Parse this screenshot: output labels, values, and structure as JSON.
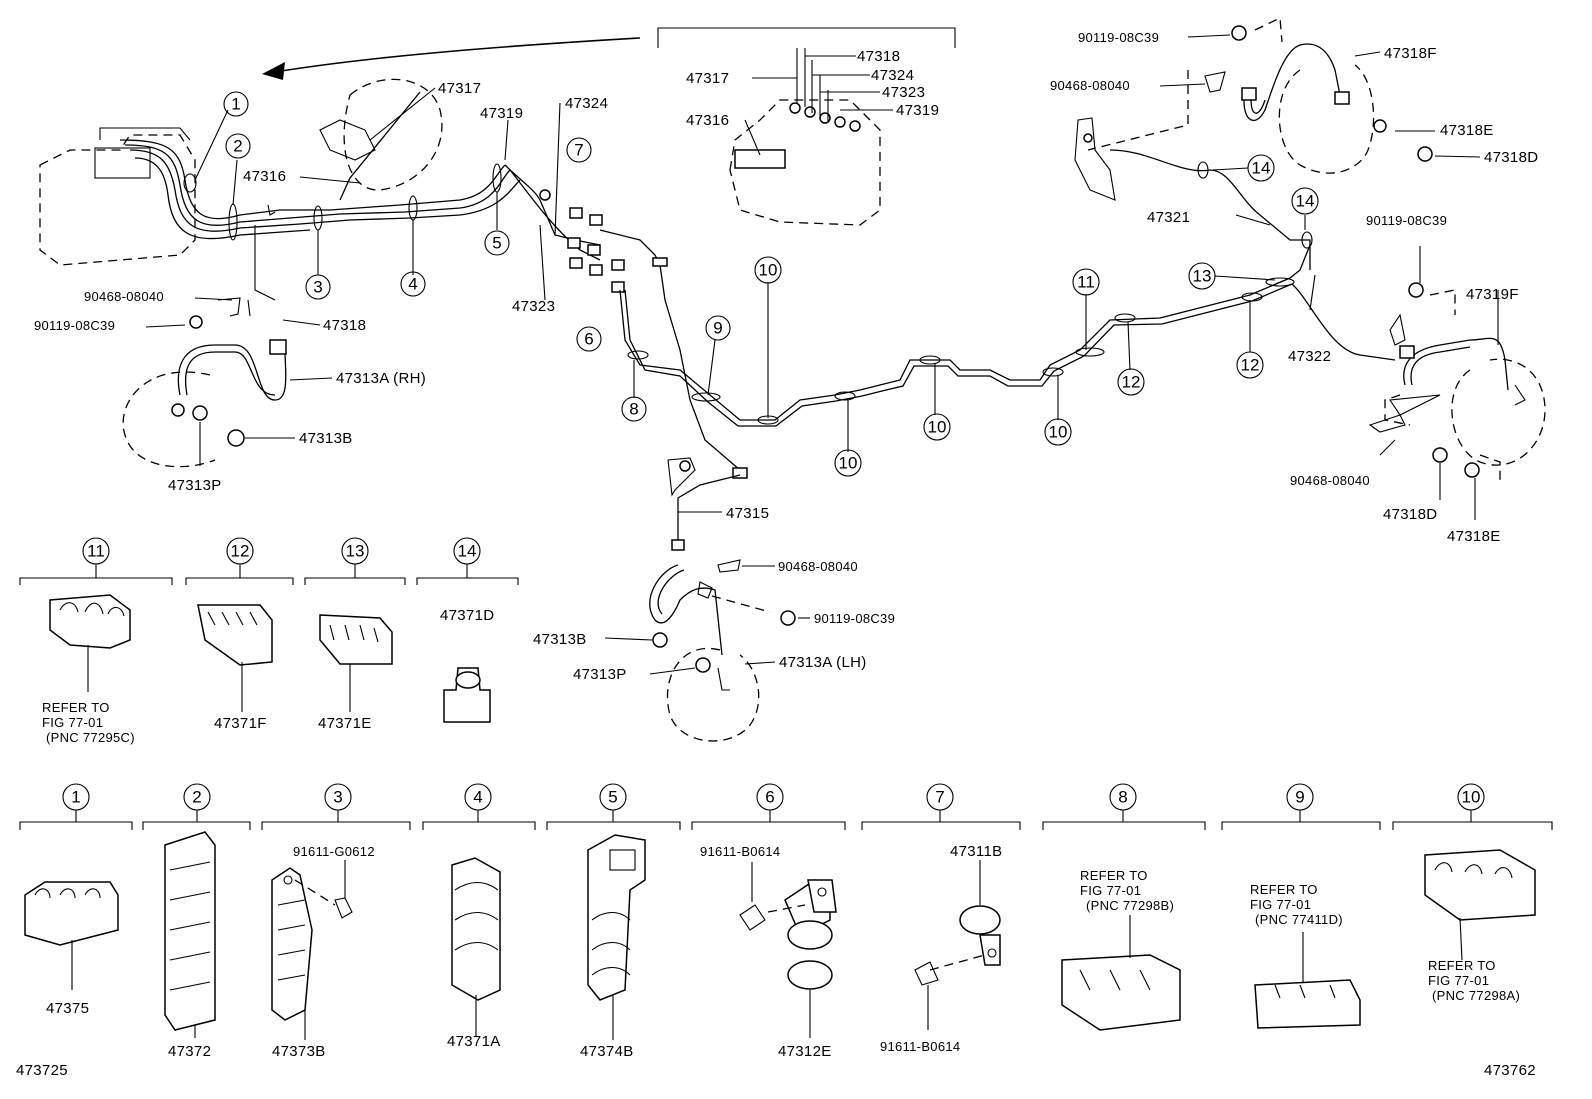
{
  "labels": {
    "p47318": "47318",
    "p47317a": "47317",
    "p47324a": "47324",
    "p47323a": "47323",
    "p47316a": "47316",
    "p47319a": "47319",
    "p47317b": "47317",
    "p47319b": "47319",
    "p47324b": "47324",
    "p47316b": "47316",
    "b90468a": "90468-08040",
    "b90119a": "90119-08C39",
    "p47318b": "47318",
    "p47323b": "47323",
    "p47313A_rh": "47313A (RH)",
    "p47313B_a": "47313B",
    "p47313P_a": "47313P",
    "p47318F": "47318F",
    "p47318E_a": "47318E",
    "p47318D_a": "47318D",
    "b90119b": "90119-08C39",
    "b90468b": "90468-08040",
    "p47321": "47321",
    "b90119c": "90119-08C39",
    "p47319F": "47319F",
    "p47322": "47322",
    "b90468c": "90468-08040",
    "p47318D_b": "47318D",
    "p47318E_b": "47318E",
    "p47315": "47315",
    "b90468d": "90468-08040",
    "b90119d": "90119-08C39",
    "p47313B_b": "47313B",
    "p47313P_b": "47313P",
    "p47313A_lh": "47313A (LH)",
    "p47371D": "47371D",
    "p47371F": "47371F",
    "p47371E": "47371E",
    "ref11_1": "REFER TO",
    "ref11_2": "FIG 77-01",
    "ref11_3": "(PNC 77295C)",
    "p47375": "47375",
    "p47372": "47372",
    "b91611a": "91611-G0612",
    "p47373B": "47373B",
    "p47371A": "47371A",
    "p47374B": "47374B",
    "b91611b": "91611-B0614",
    "p47312E": "47312E",
    "p47311B": "47311B",
    "b91611c": "91611-B0614",
    "ref8_1": "REFER TO",
    "ref8_2": "FIG 77-01",
    "ref8_3": "(PNC 77298B)",
    "ref9_1": "REFER TO",
    "ref9_2": "FIG 77-01",
    "ref9_3": "(PNC 77411D)",
    "ref10_1": "REFER TO",
    "ref10_2": "FIG 77-01",
    "ref10_3": "(PNC 77298A)",
    "code_left": "473725",
    "code_right": "473762"
  },
  "callouts": {
    "c1": "1",
    "c2": "2",
    "c3": "3",
    "c4": "4",
    "c5": "5",
    "c6": "6",
    "c7": "7",
    "c8": "8",
    "c9": "9",
    "c10": "10",
    "c11": "11",
    "c12": "12",
    "c13": "13",
    "c14": "14"
  }
}
